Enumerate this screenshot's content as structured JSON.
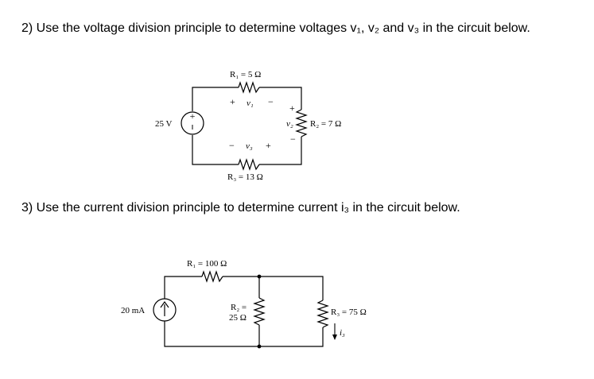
{
  "questions": {
    "q2": "2) Use the voltage division principle to determine voltages v₁, v₂ and v₃ in the circuit below.",
    "q3": "3) Use the current division principle to determine current i₃ in the circuit below."
  },
  "circuit1": {
    "source_label": "25 V",
    "r1_label": "R₁ = 5 Ω",
    "r2_label": "R₂ = 7 Ω",
    "r3_label": "R₃ = 13 Ω",
    "v1_label": "v₁",
    "v2_label": "v₂",
    "v3_label": "v₃",
    "plus": "+",
    "minus": "−"
  },
  "circuit2": {
    "source_label": "20 mA",
    "r1_label": "R₁ = 100 Ω",
    "r2_label_line1": "R₂ =",
    "r2_label_line2": "25 Ω",
    "r3_label": "R₃ = 75 Ω",
    "i3_label": "i₃"
  }
}
